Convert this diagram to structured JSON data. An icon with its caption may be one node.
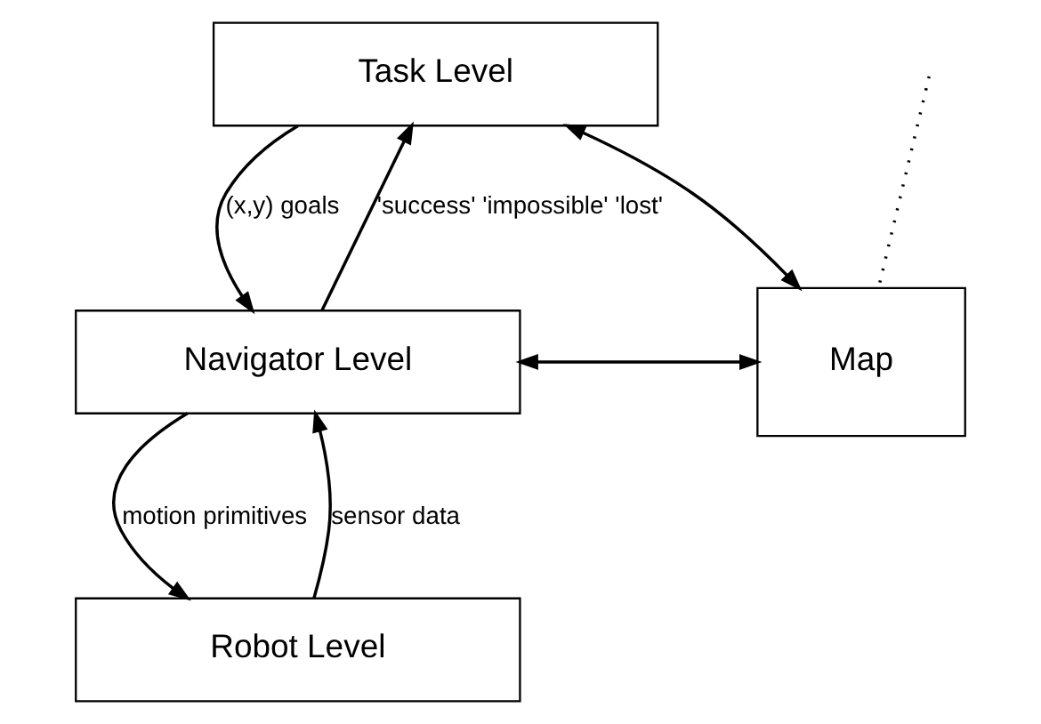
{
  "diagram": {
    "nodes": [
      {
        "text": [
          "Task Level"
        ]
      },
      {
        "text": [
          "Navigator Level"
        ]
      },
      {
        "text": [
          "Robot Level"
        ]
      },
      {
        "text": [
          "Map"
        ]
      }
    ],
    "edges": [
      {
        "from": 1,
        "to": 0,
        "arrow": "to",
        "label": "'success' 'impossible' 'lost'"
      },
      {
        "from": 0,
        "to": 1,
        "arrow": "to",
        "label": "(x,y) goals"
      },
      {
        "from": 0,
        "to": 3,
        "arrow": "both"
      },
      {
        "from": 1,
        "to": 3,
        "arrow": "both"
      },
      {
        "from": 1,
        "to": 2,
        "arrow": "to",
        "label": "motion primitives"
      },
      {
        "from": 2,
        "to": 1,
        "arrow": "to",
        "label": "sensor data"
      },
      {
        "from": null,
        "to": 3,
        "arrow": "none",
        "style": "dashed"
      }
    ]
  }
}
